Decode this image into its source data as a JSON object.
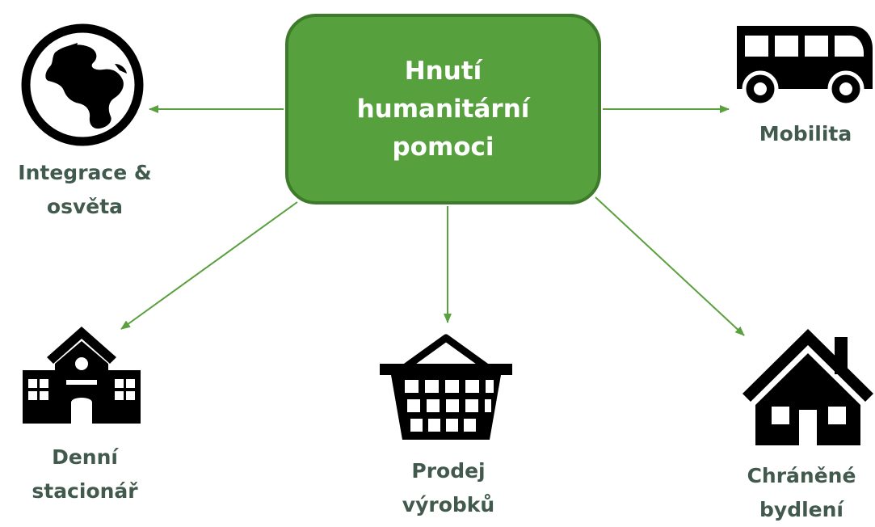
{
  "colors": {
    "accent": "#56a03d",
    "accent_border": "#3d7a2b",
    "label": "#425a4e",
    "arrow": "#5aa03e",
    "icon": "#000000"
  },
  "center": {
    "title": "Hnutí humanitární pomoci"
  },
  "nodes": {
    "integrace": {
      "label": "Integrace & osvěta",
      "icon": "globe-icon"
    },
    "mobilita": {
      "label": "Mobilita",
      "icon": "bus-icon"
    },
    "stacionar": {
      "label": "Denní stacionář",
      "icon": "school-building-icon"
    },
    "prodej": {
      "label": "Prodej výrobků",
      "icon": "shopping-basket-icon"
    },
    "bydleni": {
      "label": "Chráněné bydlení",
      "icon": "house-icon"
    }
  }
}
